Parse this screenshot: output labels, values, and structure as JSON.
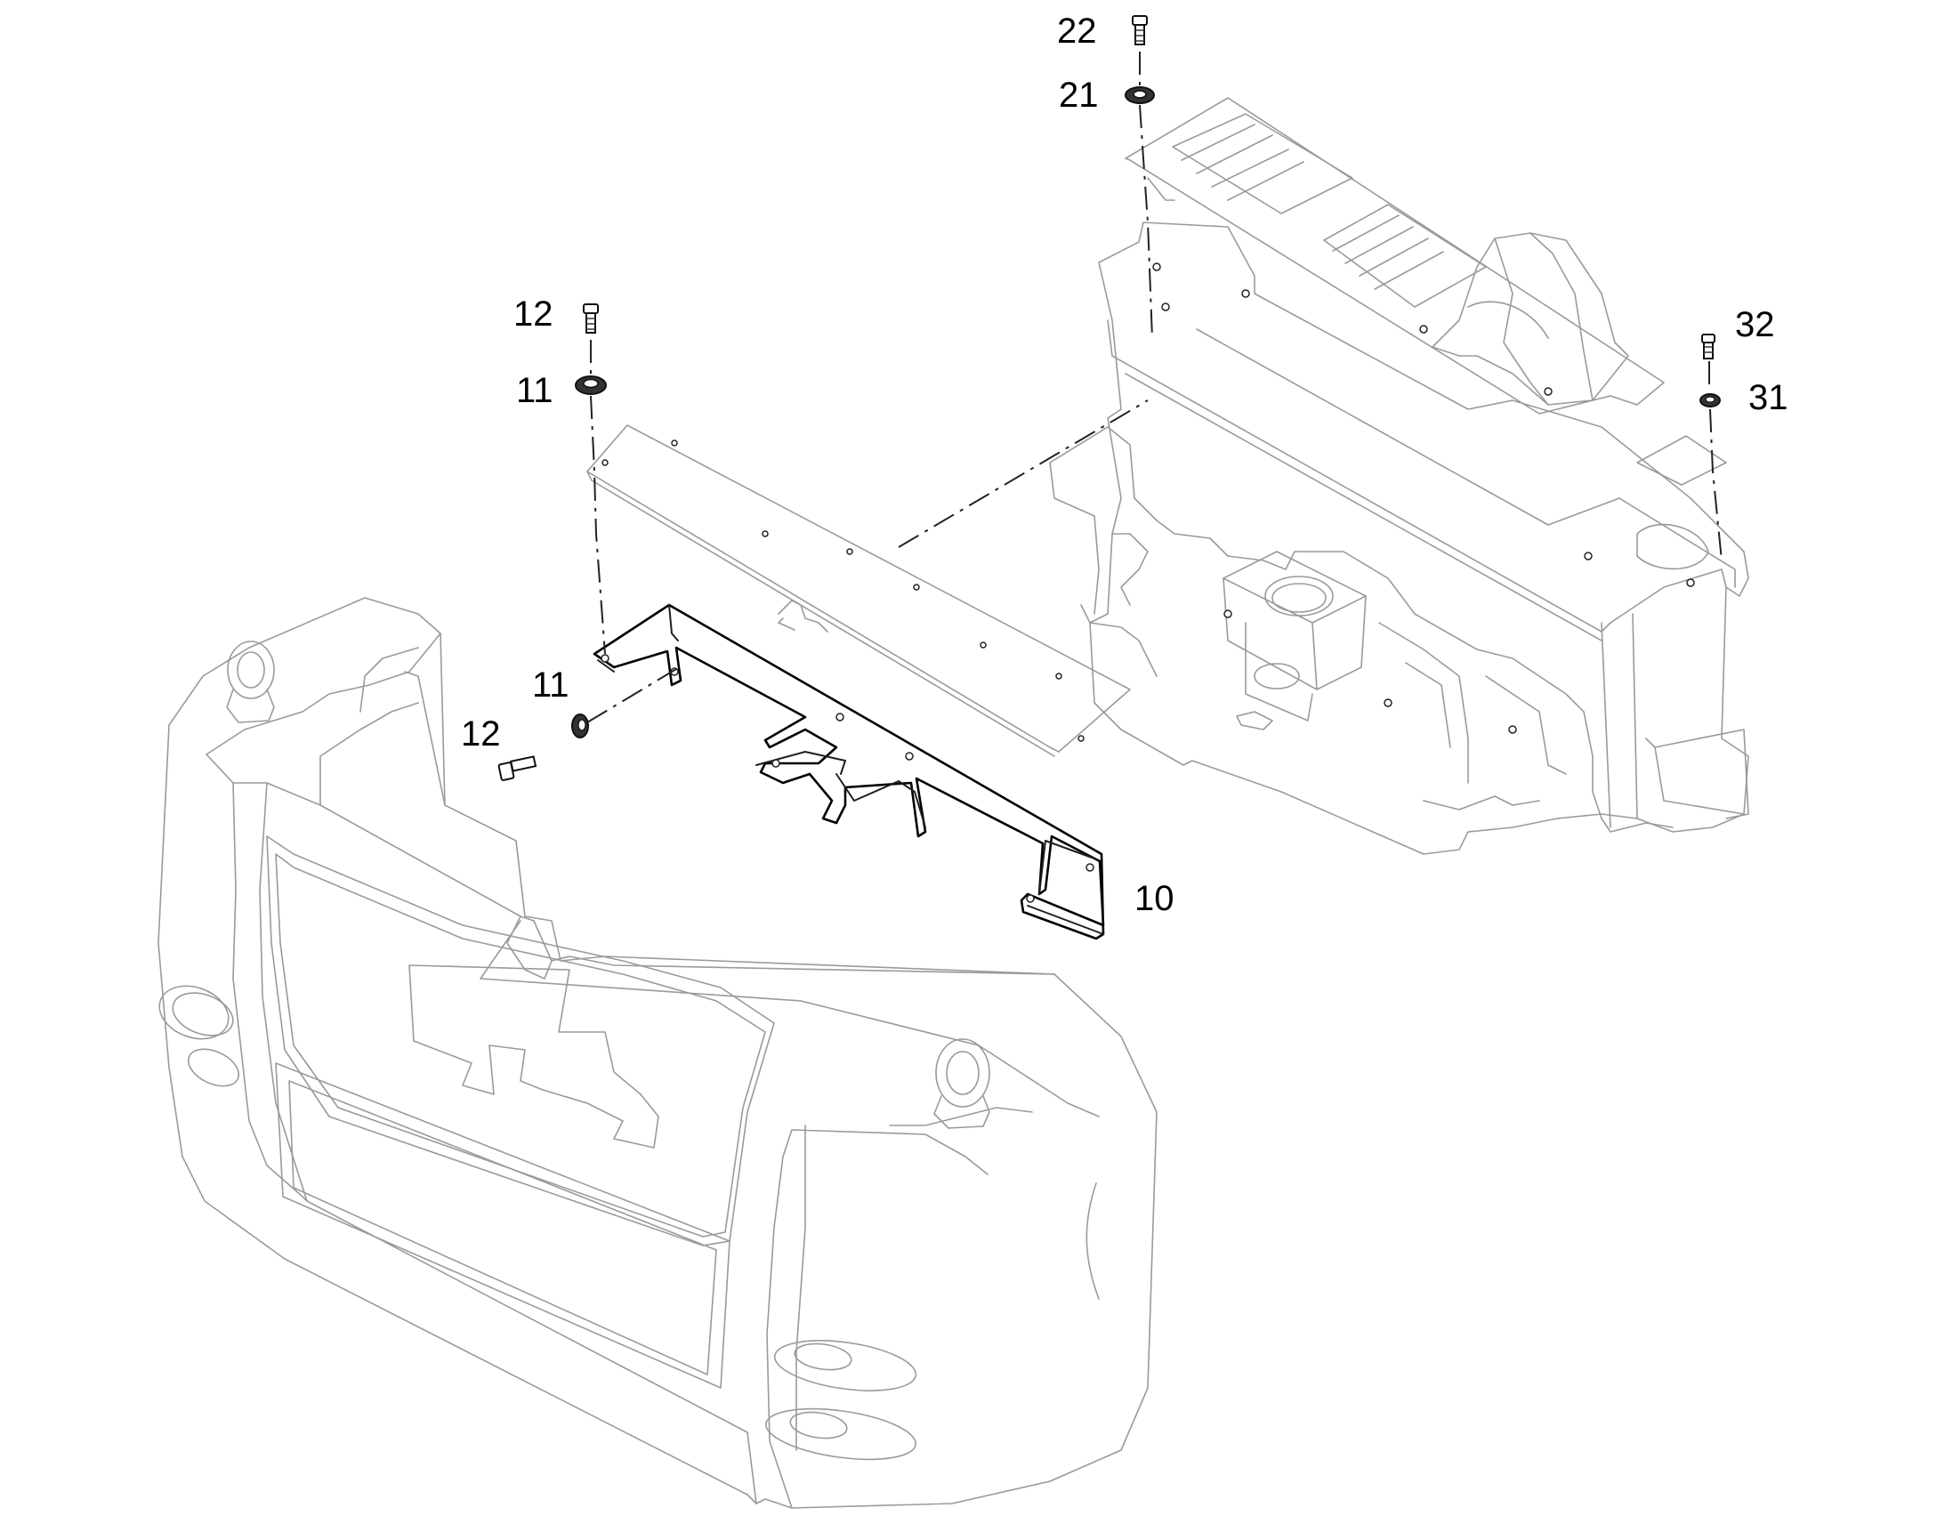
{
  "callouts": {
    "c22": "22",
    "c21": "21",
    "c12_top": "12",
    "c11_top": "11",
    "c32": "32",
    "c31": "31",
    "c11_side": "11",
    "c12_side": "12",
    "c10": "10"
  }
}
